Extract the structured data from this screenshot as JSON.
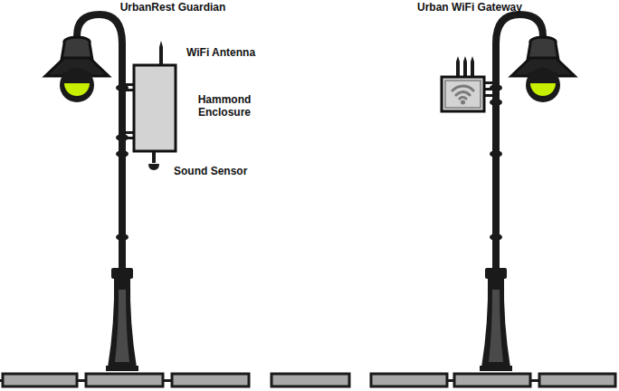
{
  "diagram": {
    "labels": [
      "UrbanRest Guardian",
      "WiFi Antenna",
      "Hammond Enclosure",
      "Sound Sensor",
      "Urban WiFi Gateway"
    ]
  }
}
